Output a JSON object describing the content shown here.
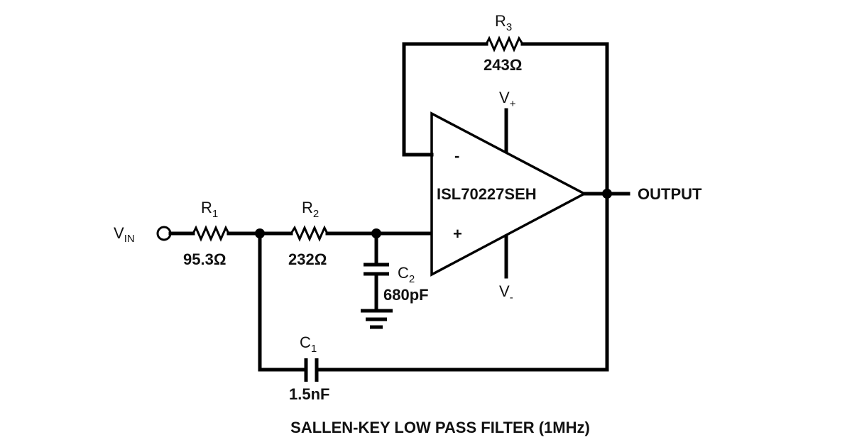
{
  "title": "SALLEN-KEY LOW PASS FILTER (1MHz)",
  "opamp": {
    "part": "ISL70227SEH",
    "inverting_sign": "-",
    "noninverting_sign": "+",
    "supply_pos": {
      "base": "V",
      "sub": "+"
    },
    "supply_neg": {
      "base": "V",
      "sub": "-"
    }
  },
  "input": {
    "base": "V",
    "sub": "IN"
  },
  "output": {
    "label": "OUTPUT"
  },
  "components": {
    "R1": {
      "base": "R",
      "sub": "1",
      "value": "95.3Ω"
    },
    "R2": {
      "base": "R",
      "sub": "2",
      "value": "232Ω"
    },
    "R3": {
      "base": "R",
      "sub": "3",
      "value": "243Ω"
    },
    "C1": {
      "base": "C",
      "sub": "1",
      "value": "1.5nF"
    },
    "C2": {
      "base": "C",
      "sub": "2",
      "value": "680pF"
    }
  }
}
